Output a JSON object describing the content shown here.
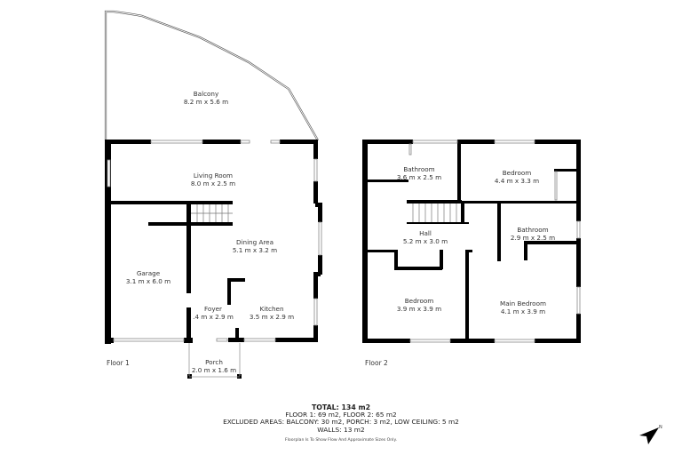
{
  "floors": [
    {
      "label": "Floor 1",
      "rooms": [
        {
          "name": "Balcony",
          "size": "8.2 m x 5.6 m"
        },
        {
          "name": "Living Room",
          "size": "8.0 m x 2.5 m"
        },
        {
          "name": "Dining Area",
          "size": "5.1 m x 3.2 m"
        },
        {
          "name": "Garage",
          "size": "3.1 m x 6.0 m"
        },
        {
          "name": "Foyer",
          "size": ".4 m x 2.9 m"
        },
        {
          "name": "Kitchen",
          "size": "3.5 m x 2.9 m"
        },
        {
          "name": "Porch",
          "size": "2.0 m x 1.6 m"
        }
      ]
    },
    {
      "label": "Floor 2",
      "rooms": [
        {
          "name": "Bathroom",
          "size": "3.6 m x 2.5 m"
        },
        {
          "name": "Bedroom",
          "size": "4.4 m x 3.3 m"
        },
        {
          "name": "Hall",
          "size": "5.2 m x 3.0 m"
        },
        {
          "name": "Bathroom",
          "size": "2.9 m x 2.5 m"
        },
        {
          "name": "Bedroom",
          "size": "3.9 m x 3.9 m"
        },
        {
          "name": "Main Bedroom",
          "size": "4.1 m x 3.9 m"
        }
      ]
    }
  ],
  "summary": {
    "total": "TOTAL: 134 m2",
    "floors_line": "FLOOR 1: 69 m2, FLOOR 2: 65 m2",
    "excluded_line": "EXCLUDED AREAS: BALCONY: 30 m2, PORCH: 3 m2, LOW CEILING: 5 m2",
    "walls_line": "WALLS: 13 m2",
    "disclaimer": "Floorplan Is To Show Flow And Approximate Sizes Only."
  },
  "compass": {
    "icon": "north-arrow-icon",
    "label": "N"
  },
  "colors": {
    "wall": "#000000",
    "window": "#bdbdbd",
    "background": "#ffffff"
  }
}
